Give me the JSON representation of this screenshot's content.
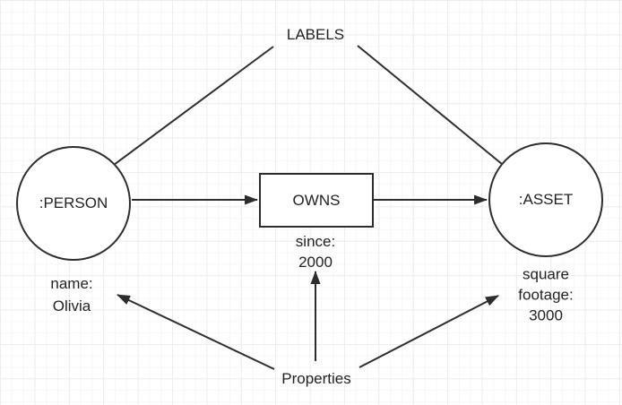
{
  "diagram": {
    "title_annotations": {
      "labels": "LABELS",
      "properties": "Properties"
    },
    "nodes": {
      "person": {
        "label": ":PERSON",
        "shape": "circle"
      },
      "owns": {
        "label": "OWNS",
        "shape": "rectangle"
      },
      "asset": {
        "label": ":ASSET",
        "shape": "circle"
      }
    },
    "property_notes": {
      "person": {
        "line1": "name:",
        "line2": "Olivia"
      },
      "owns": {
        "line1": "since:",
        "line2": "2000"
      },
      "asset": {
        "line1": "square",
        "line2": "footage:",
        "line3": "3000"
      }
    },
    "edges": [
      {
        "from": "LABELS",
        "to": ":PERSON",
        "type": "annotation-arrow"
      },
      {
        "from": "LABELS",
        "to": ":ASSET",
        "type": "annotation-arrow"
      },
      {
        "from": ":PERSON",
        "to": "OWNS",
        "type": "relationship-arrow"
      },
      {
        "from": "OWNS",
        "to": ":ASSET",
        "type": "relationship-arrow"
      },
      {
        "from": "Properties",
        "to": "name: Olivia",
        "type": "annotation-arrow"
      },
      {
        "from": "Properties",
        "to": "since: 2000",
        "type": "annotation-arrow"
      },
      {
        "from": "Properties",
        "to": "square footage: 3000",
        "type": "annotation-arrow"
      }
    ],
    "colors": {
      "stroke": "#2d2d2d",
      "text": "#222222",
      "background": "#ffffff",
      "grid_major": "#ececec",
      "grid_minor": "#f7f7f7"
    }
  }
}
